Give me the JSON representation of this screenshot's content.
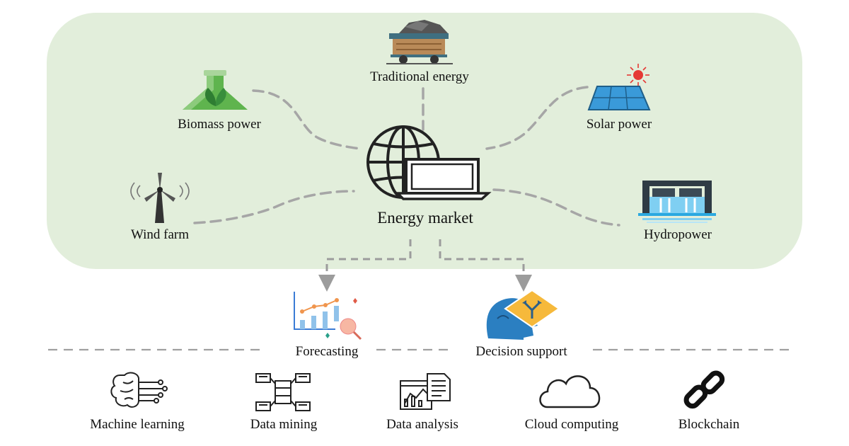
{
  "diagram": {
    "center": {
      "label": "Energy market",
      "icon": "globe-laptop-icon"
    },
    "sources": [
      {
        "label": "Traditional energy",
        "icon": "coal-cart-icon"
      },
      {
        "label": "Biomass power",
        "icon": "biomass-flask-icon"
      },
      {
        "label": "Solar power",
        "icon": "solar-panel-icon"
      },
      {
        "label": "Wind farm",
        "icon": "wind-turbine-icon"
      },
      {
        "label": "Hydropower",
        "icon": "hydropower-dam-icon"
      }
    ],
    "applications": [
      {
        "label": "Forecasting",
        "icon": "forecast-chart-icon"
      },
      {
        "label": "Decision support",
        "icon": "decision-head-icon"
      }
    ],
    "technologies": [
      {
        "label": "Machine learning",
        "icon": "brain-circuit-icon"
      },
      {
        "label": "Data mining",
        "icon": "data-mining-icon"
      },
      {
        "label": "Data analysis",
        "icon": "data-analysis-icon"
      },
      {
        "label": "Cloud computing",
        "icon": "cloud-icon"
      },
      {
        "label": "Blockchain",
        "icon": "chain-link-icon"
      }
    ]
  },
  "colors": {
    "panel": "#e2eedb",
    "connector": "#a6a6a6",
    "arrow": "#9c9c9c",
    "icon_dark": "#222222",
    "solar_blue": "#3a9ad9",
    "biomass_green": "#5fb44e",
    "sun_red": "#e53935"
  }
}
